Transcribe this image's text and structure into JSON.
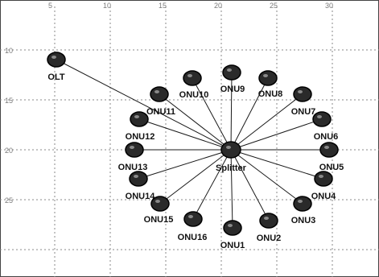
{
  "ruler": {
    "top": [
      "5",
      "10",
      "15",
      "20",
      "25",
      "30"
    ],
    "left": [
      "10",
      "15",
      "20",
      "25"
    ]
  },
  "nodes": {
    "olt": {
      "label": "OLT"
    },
    "splitter": {
      "label": "Splitter"
    },
    "onus": [
      {
        "id": "onu1",
        "label": "ONU1"
      },
      {
        "id": "onu2",
        "label": "ONU2"
      },
      {
        "id": "onu3",
        "label": "ONU3"
      },
      {
        "id": "onu4",
        "label": "ONU4"
      },
      {
        "id": "onu5",
        "label": "ONU5"
      },
      {
        "id": "onu6",
        "label": "ONU6"
      },
      {
        "id": "onu7",
        "label": "ONU7"
      },
      {
        "id": "onu8",
        "label": "ONU8"
      },
      {
        "id": "onu9",
        "label": "ONU9"
      },
      {
        "id": "onu10",
        "label": "ONU10"
      },
      {
        "id": "onu11",
        "label": "ONU11"
      },
      {
        "id": "onu12",
        "label": "ONU12"
      },
      {
        "id": "onu13",
        "label": "ONU13"
      },
      {
        "id": "onu14",
        "label": "ONU14"
      },
      {
        "id": "onu15",
        "label": "ONU15"
      },
      {
        "id": "onu16",
        "label": "ONU16"
      }
    ]
  },
  "colors": {
    "node_fill": "#2a2a2a",
    "node_edge": "#000000",
    "node_highlight": "#8a8a8a",
    "link": "#1a1a1a",
    "grid": "#8a8a8a"
  }
}
